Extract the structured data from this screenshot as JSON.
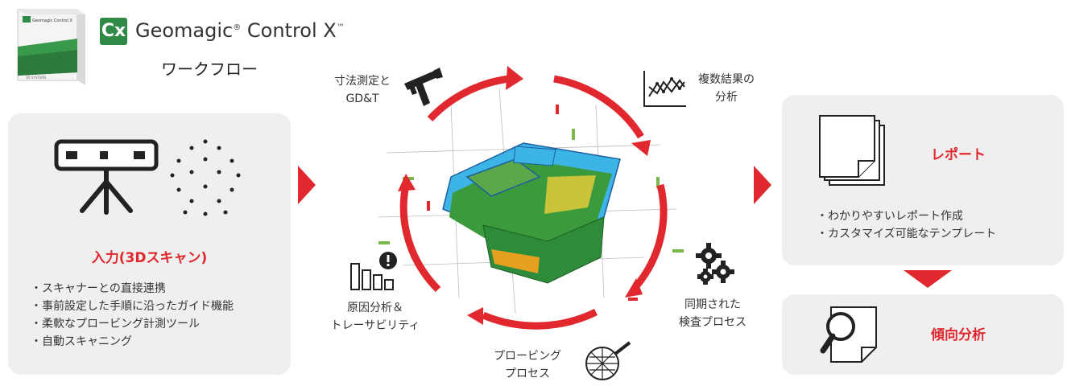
{
  "header": {
    "product_name": "Geomagic",
    "product_reg": "®",
    "product_suffix": "Control X",
    "product_tm": "™",
    "subtitle": "ワークフロー",
    "logo_text": "Cx",
    "box_label": "Geomagic Control X",
    "box_brand": "3D SYSTEMS"
  },
  "input_panel": {
    "title": "入力(3Dスキャン)",
    "bullets": [
      "・スキャナーとの直接連携",
      "・事前設定した手順に沿ったガイド機能",
      "・柔軟なプロービング計測ツール",
      "・自動スキャニング"
    ]
  },
  "cycle": {
    "dimension_label_1": "寸法測定と",
    "dimension_label_2": "GD&T",
    "multi_label_1": "複数結果の",
    "multi_label_2": "分析",
    "sync_label_1": "同期された",
    "sync_label_2": "検査プロセス",
    "probing_label_1": "プロービング",
    "probing_label_2": "プロセス",
    "root_label_1": "原因分析＆",
    "root_label_2": "トレーサビリティ"
  },
  "report_panel": {
    "title": "レポート",
    "bullets": [
      "・わかりやすいレポート作成",
      "・カスタマイズ可能なテンプレート"
    ]
  },
  "trend_panel": {
    "title": "傾向分析"
  },
  "colors": {
    "accent": "#e0282e",
    "panel": "#efefef",
    "logo_green": "#2f8a45"
  }
}
